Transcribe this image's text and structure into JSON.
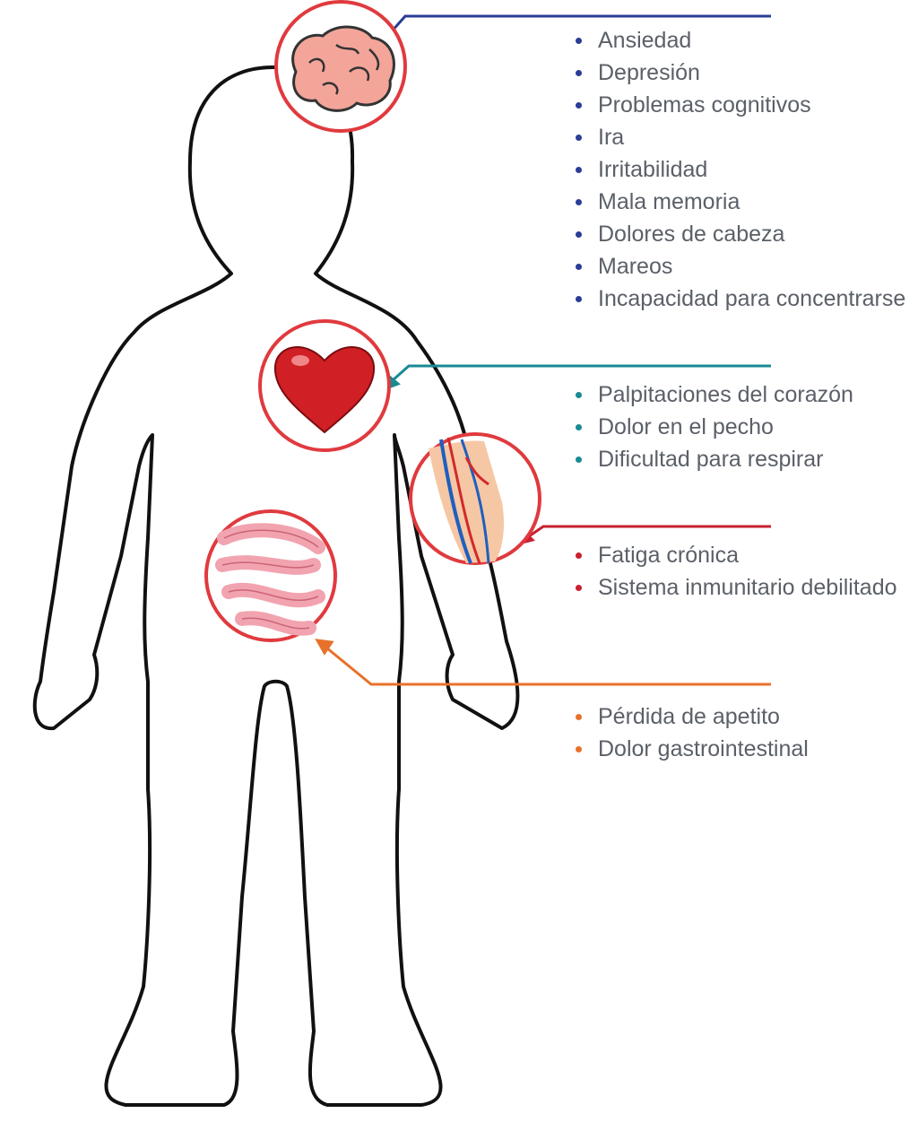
{
  "groups": [
    {
      "name": "brain",
      "color": "#2a3d96",
      "items": [
        "Ansiedad",
        "Depresión",
        "Problemas cognitivos",
        "Ira",
        "Irritabilidad",
        "Mala memoria",
        "Dolores de cabeza",
        "Mareos",
        "Incapacidad para concentrarse"
      ]
    },
    {
      "name": "heart",
      "color": "#1a8a93",
      "items": [
        "Palpitaciones del corazón",
        "Dolor en el pecho",
        "Dificultad para respirar"
      ]
    },
    {
      "name": "blood",
      "color": "#c8202f",
      "items": [
        "Fatiga crónica",
        "Sistema inmunitario debilitado"
      ]
    },
    {
      "name": "gut",
      "color": "#e8712a",
      "items": [
        "Pérdida de apetito",
        "Dolor gastrointestinal"
      ]
    }
  ],
  "circle_color": "#e03a3e"
}
